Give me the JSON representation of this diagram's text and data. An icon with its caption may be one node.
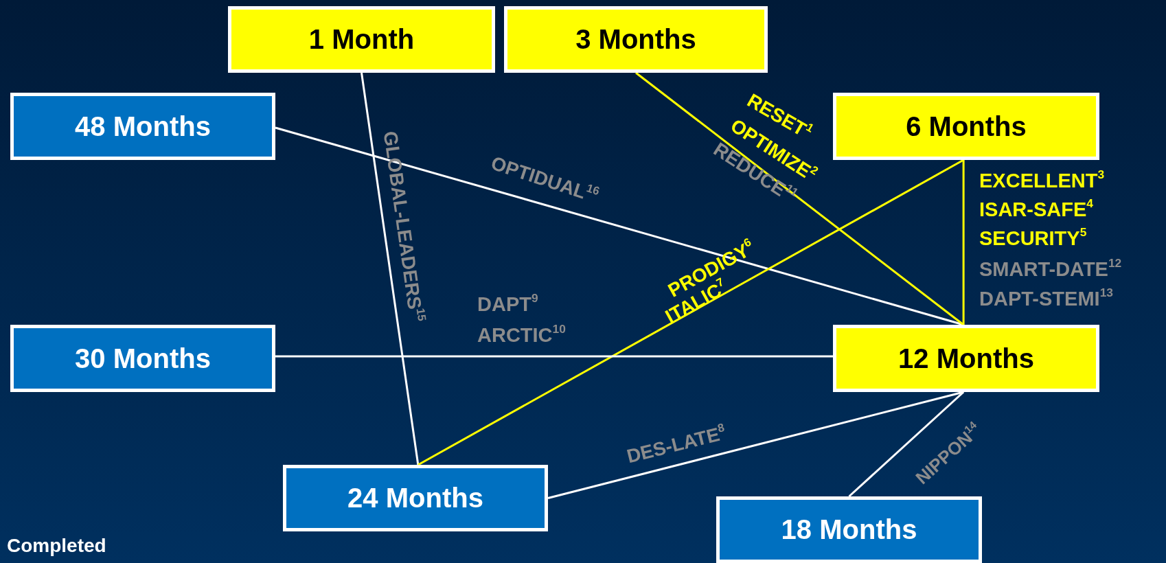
{
  "diagram": {
    "nodes": [
      {
        "text": [
          "1 Month"
        ]
      },
      {
        "text": [
          "3 Months"
        ]
      },
      {
        "text": [
          "48 Months"
        ]
      },
      {
        "text": [
          "6 Months"
        ]
      },
      {
        "text": [
          "30 Months"
        ]
      },
      {
        "text": [
          "12 Months"
        ]
      },
      {
        "text": [
          "24 Months"
        ]
      },
      {
        "text": [
          "18 Months"
        ]
      }
    ],
    "edges": [
      {
        "from": 0,
        "to": 6,
        "arrow": "none",
        "label": "GLOBAL-LEADERS$^{15}$"
      },
      {
        "from": 2,
        "to": 5,
        "arrow": "none",
        "label": "OPTIDUAL$^{16}$"
      },
      {
        "from": 1,
        "to": 5,
        "arrow": "none",
        "color": "#ffff00"
      },
      {
        "from": 3,
        "to": 6,
        "arrow": "none",
        "color": "#ffff00"
      },
      {
        "from": 3,
        "to": 5,
        "arrow": "none",
        "color": "#ffff00"
      },
      {
        "from": 4,
        "to": 5,
        "arrow": "none"
      },
      {
        "from": 6,
        "to": 5,
        "arrow": "none",
        "label": "DES-LATE$^{8}$"
      },
      {
        "from": 7,
        "to": 5,
        "arrow": "none",
        "label": "NIPPON$^{14}$"
      }
    ],
    "labels": [
      "RESET$^{1}$",
      "OPTIMIZE$^{2}$",
      "REDUCE$^{11}$",
      "EXCELLENT$^{3}$",
      "ISAR-SAFE$^{4}$",
      "SECURITY$^{5}$",
      "SMART-DATE$^{12}$",
      "DAPT-STEMI$^{13}$",
      "DAPT$^{9}$",
      "ARCTIC$^{10}$",
      "PRODIGY$^{6}$",
      "ITALIC$^{7}$",
      "Completed"
    ]
  }
}
